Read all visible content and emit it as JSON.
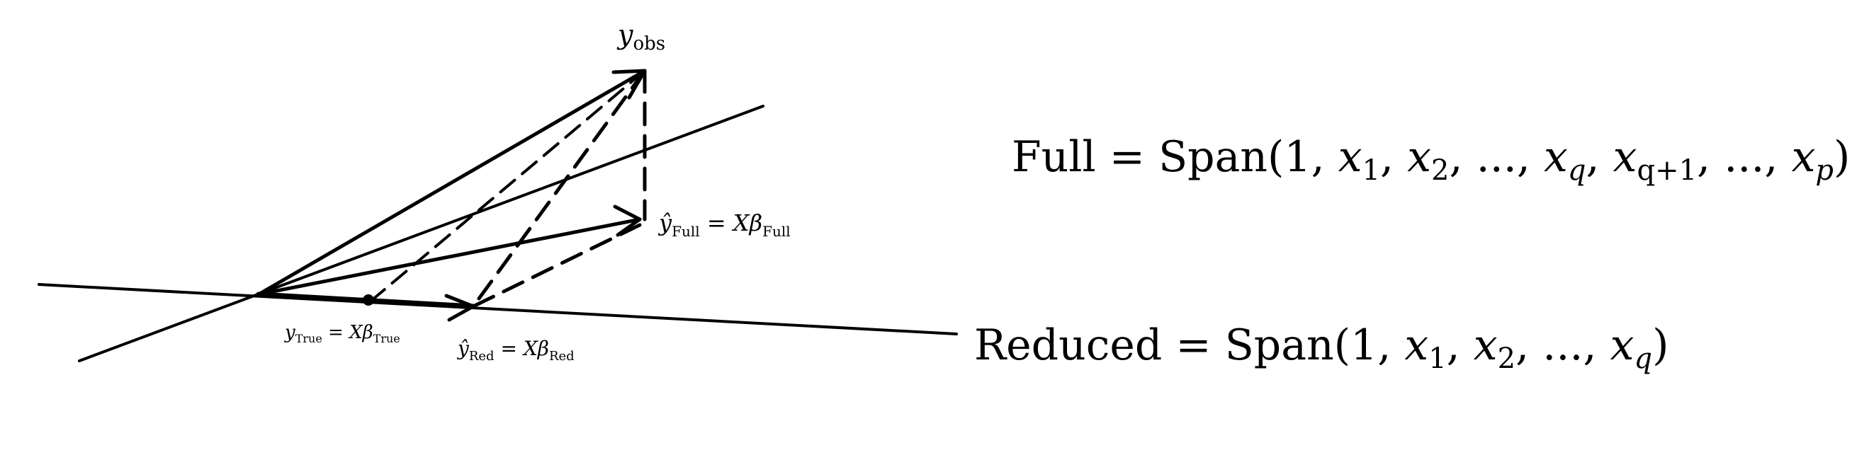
{
  "labels": {
    "y_obs": {
      "base": "y",
      "sub": "obs"
    },
    "y_full": {
      "base": "ŷ",
      "sub": "Full",
      "eq": " = ",
      "X": "X",
      "beta": "β",
      "bsub": "Full"
    },
    "y_true": {
      "base": "y",
      "sub": "True",
      "eq": " = ",
      "X": "X",
      "beta": "β",
      "bsub": "True"
    },
    "y_red": {
      "base": "ŷ",
      "sub": "Red",
      "eq": " = ",
      "X": "X",
      "beta": "β",
      "bsub": "Red"
    }
  },
  "equations": {
    "full": {
      "name": "Full",
      "rhs": "Span(1, ",
      "terms": [
        {
          "base": "x",
          "sub": "1"
        },
        {
          "base": "x",
          "sub": "2"
        },
        {
          "base": "...",
          "sub": ""
        },
        {
          "base": "x",
          "sub": "q"
        },
        {
          "base": "x",
          "sub": "q+1"
        },
        {
          "base": "...",
          "sub": ""
        },
        {
          "base": "x",
          "sub": "p"
        }
      ]
    },
    "reduced": {
      "name": "Reduced",
      "rhs": "Span(1, ",
      "terms": [
        {
          "base": "x",
          "sub": "1"
        },
        {
          "base": "x",
          "sub": "2"
        },
        {
          "base": "...",
          "sub": ""
        },
        {
          "base": "x",
          "sub": "q"
        }
      ]
    }
  }
}
